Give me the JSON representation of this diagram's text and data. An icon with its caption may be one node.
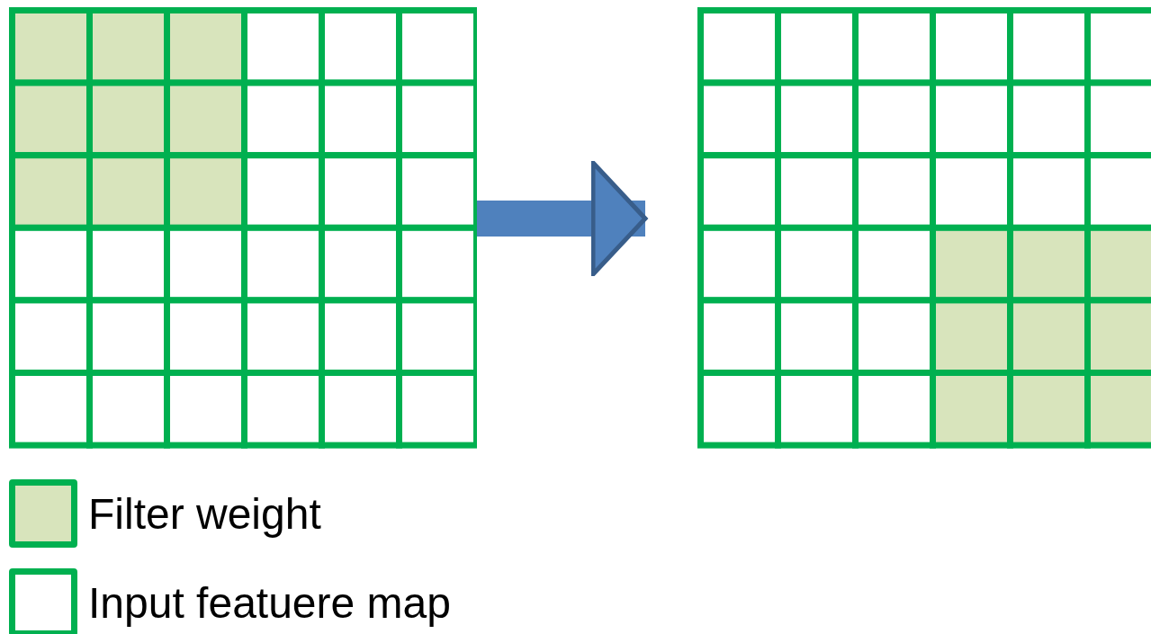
{
  "diagram": {
    "nodes": [
      {
        "text": [],
        "shape": "grid"
      },
      {
        "text": [],
        "shape": "grid"
      }
    ],
    "edges": [
      {
        "from": 0,
        "to": 1,
        "arrow": "to"
      }
    ],
    "legend": [
      {
        "text": "Filter weight",
        "color": "#d8e4bc"
      },
      {
        "text": "Input featuere map",
        "color": "#ffffff"
      }
    ]
  }
}
